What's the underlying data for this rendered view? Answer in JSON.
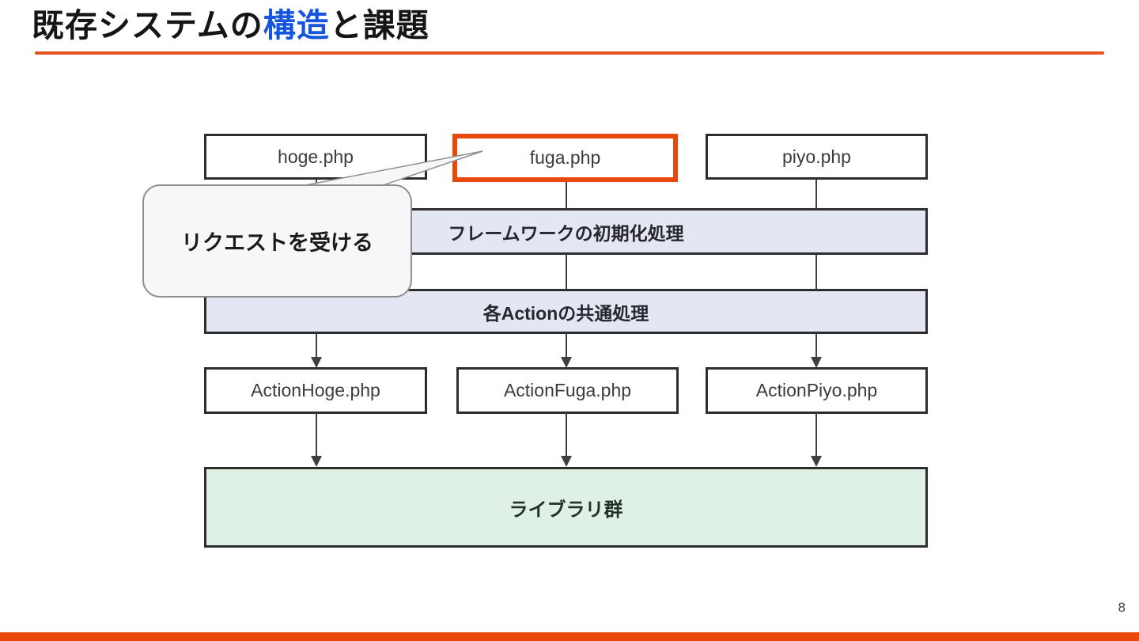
{
  "slide": {
    "title": {
      "prefix": "既存システムの",
      "highlight": "構造",
      "suffix": "と課題"
    },
    "page_number": "8"
  },
  "colors": {
    "accent_orange": "#e8490b",
    "title_underline_orange": "#e8541d",
    "highlight_blue": "#1556e0",
    "layer_fill_lavender": "#e4e6f4",
    "library_fill_green": "#def1e4",
    "box_border_dark": "#2d2d2d",
    "callout_fill": "#f7f7f9",
    "callout_border": "#8f8f8f"
  },
  "diagram": {
    "entry_scripts": [
      {
        "label": "hoge.php",
        "highlighted": false
      },
      {
        "label": "fuga.php",
        "highlighted": true
      },
      {
        "label": "piyo.php",
        "highlighted": false
      }
    ],
    "layers": [
      {
        "label": "フレームワークの初期化処理"
      },
      {
        "label": "各Actionの共通処理"
      }
    ],
    "actions": [
      {
        "label": "ActionHoge.php"
      },
      {
        "label": "ActionFuga.php"
      },
      {
        "label": "ActionPiyo.php"
      }
    ],
    "library_layer": {
      "label": "ライブラリ群"
    },
    "callout": {
      "label": "リクエストを受ける"
    }
  }
}
